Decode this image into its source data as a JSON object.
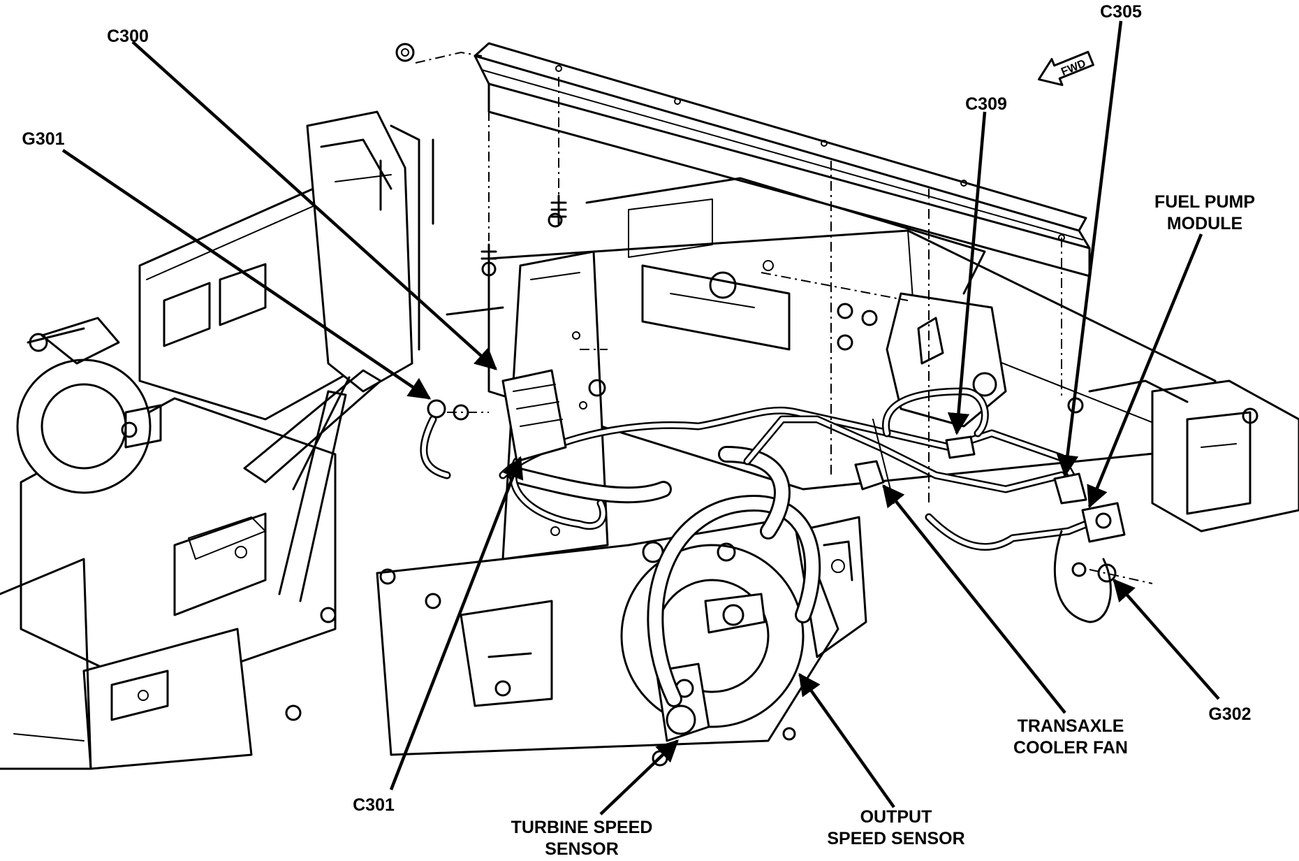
{
  "labels": {
    "c300": "C300",
    "g301": "G301",
    "c305": "C305",
    "c309": "C309",
    "fuel_pump_module_1": "FUEL PUMP",
    "fuel_pump_module_2": "MODULE",
    "c301": "C301",
    "turbine_speed_sensor_1": "TURBINE SPEED",
    "turbine_speed_sensor_2": "SENSOR",
    "output_speed_sensor_1": "OUTPUT",
    "output_speed_sensor_2": "SPEED SENSOR",
    "transaxle_cooler_fan_1": "TRANSAXLE",
    "transaxle_cooler_fan_2": "COOLER FAN",
    "g302": "G302",
    "fwd": "FWD"
  },
  "colors": {
    "ink": "#000000",
    "background": "#ffffff"
  },
  "icons": {
    "forward_arrow": "fwd-arrow-icon"
  }
}
